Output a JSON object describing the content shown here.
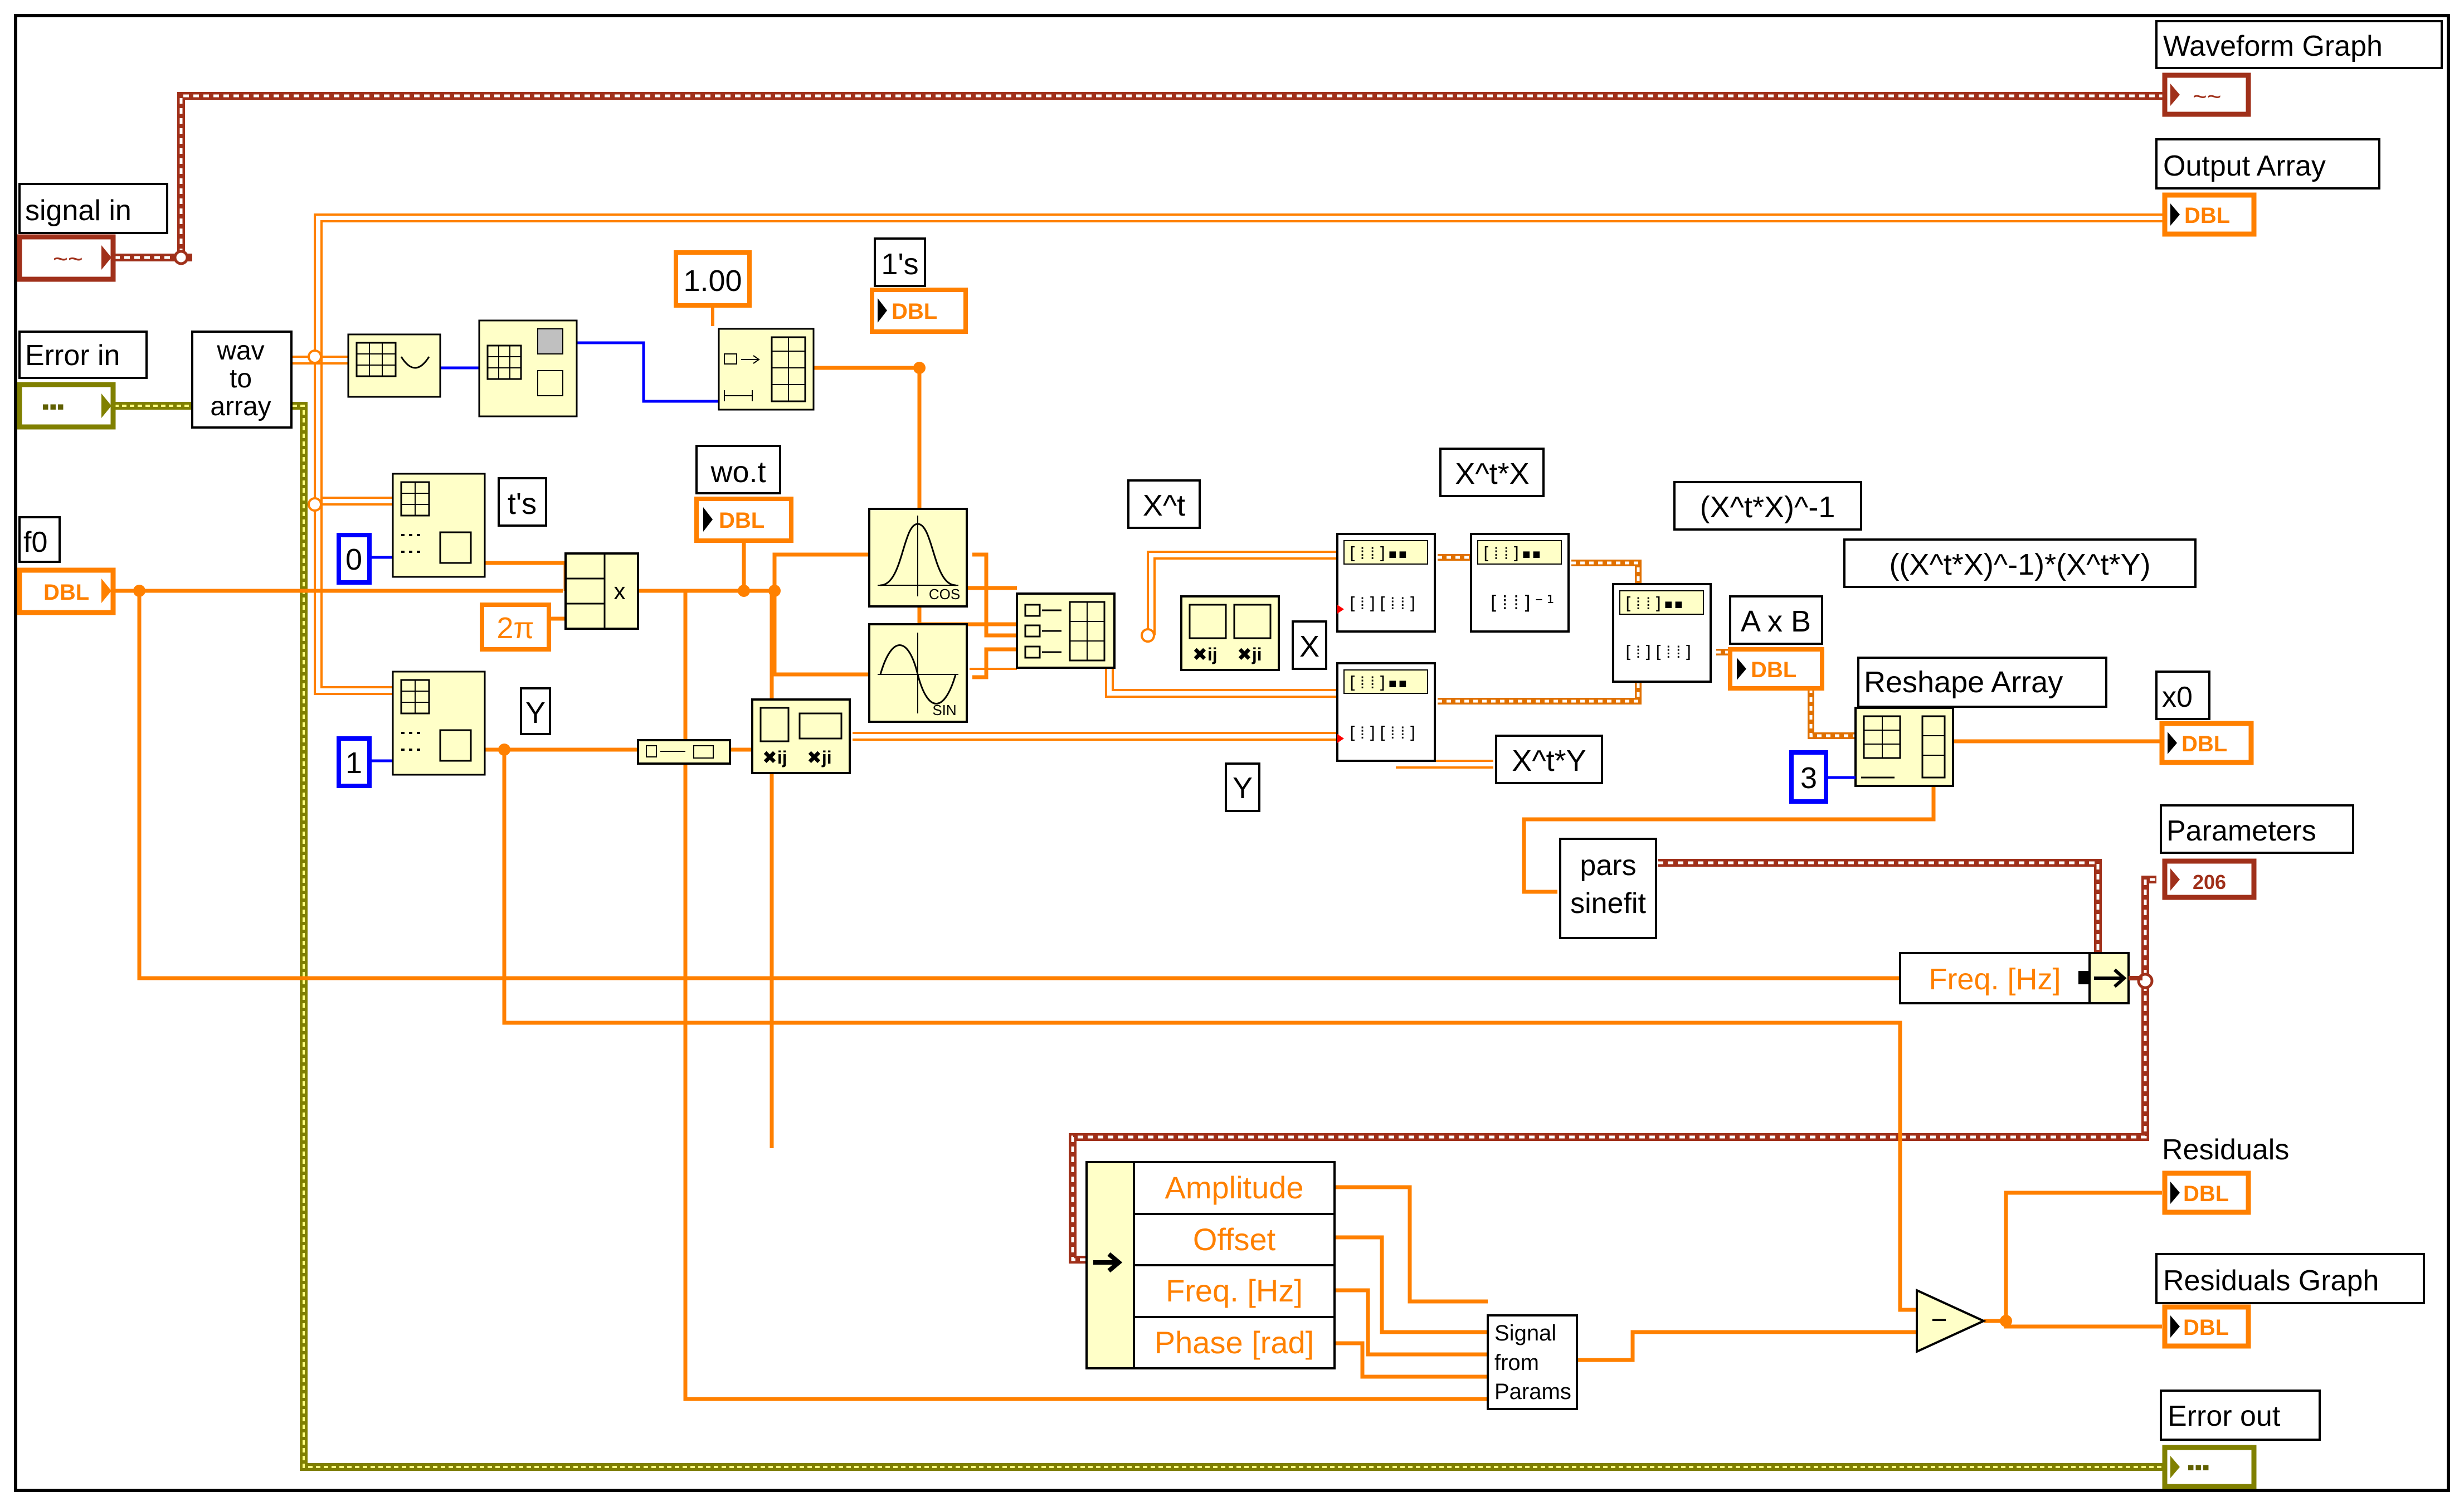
{
  "labels": {
    "signal_in": "signal in",
    "error_in": "Error in",
    "f0": "f0",
    "waveform_graph": "Waveform Graph",
    "output_array": "Output Array",
    "ones": "1's",
    "wo_t": "wo.t",
    "t_s": "t's",
    "y_left": "Y",
    "x_t": "X^t",
    "xtx": "X^t*X",
    "xtx_inv": "(X^t*X)^-1",
    "xtx_inv_xty": "((X^t*X)^-1)*(X^t*Y)",
    "x": "X",
    "y_mid": "Y",
    "xty": "X^t*Y",
    "a_x_b": "A x B",
    "reshape_array": "Reshape Array",
    "x0": "x0",
    "parameters": "Parameters",
    "residuals": "Residuals",
    "residuals_graph": "Residuals Graph",
    "error_out": "Error out"
  },
  "constants": {
    "one_point_zero": "1.00",
    "zero": "0",
    "one": "1",
    "two_pi": "2π",
    "three": "3"
  },
  "terminals": {
    "dbl": "DBL",
    "wav_icon": "~~",
    "err_icon": "▪▪▪",
    "cluster_icon": "206"
  },
  "nodes": {
    "wav_to_array": [
      "wav",
      "to",
      "array"
    ],
    "pars_sinefit": [
      "pars",
      "sinefit"
    ],
    "signal_from_params": [
      "Signal",
      "from",
      "Params"
    ],
    "cos": "COS",
    "sin": "SIN",
    "multiply": "x",
    "subtract": "−"
  },
  "bundle": {
    "fields": [
      "Amplitude",
      "Offset",
      "Freq. [Hz]",
      "Phase [rad]"
    ],
    "freq_field": "Freq. [Hz]"
  },
  "colors": {
    "orange": "#ff8000",
    "orange_dark": "#e07000",
    "brown": "#a0301a",
    "olive": "#808000",
    "blue": "#0000ff",
    "node_fill": "#ffffc8",
    "border": "#000000"
  }
}
